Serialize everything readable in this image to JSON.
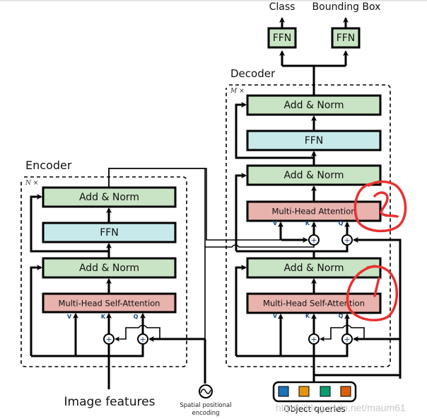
{
  "encoder": {
    "title": "Encoder",
    "repeat_label": "N ×",
    "blocks": {
      "add_norm_top": "Add & Norm",
      "ffn": "FFN",
      "add_norm_bottom": "Add & Norm",
      "attention": "Multi-Head Self-Attention"
    },
    "inputs": {
      "v": "V",
      "k": "K",
      "q": "Q"
    }
  },
  "decoder": {
    "title": "Decoder",
    "repeat_label": "M ×",
    "blocks": {
      "add_norm_3": "Add & Norm",
      "ffn": "FFN",
      "add_norm_2": "Add & Norm",
      "cross_attention": "Multi-Head Attention",
      "add_norm_1": "Add & Norm",
      "self_attention": "Multi-Head Self-Attention"
    },
    "cross_inputs": {
      "v": "V",
      "k": "K",
      "q": "Q"
    },
    "self_inputs": {
      "v": "V",
      "k": "K",
      "q": "Q"
    }
  },
  "heads": {
    "class_label": "Class",
    "class_ffn": "FFN",
    "bbox_label": "Bounding Box",
    "bbox_ffn": "FFN"
  },
  "inputs": {
    "image_features": "Image features",
    "positional_encoding_line1": "Spatial positional",
    "positional_encoding_line2": "encoding",
    "object_queries": "Object queries",
    "query_colors": [
      "#1a72b8",
      "#e39510",
      "#0d9b72",
      "#d9600e"
    ]
  },
  "annotations": {
    "mark_1": "1",
    "mark_2": "2",
    "color": "#e83030"
  },
  "watermark": "https://blog.csdn.net/maum61"
}
